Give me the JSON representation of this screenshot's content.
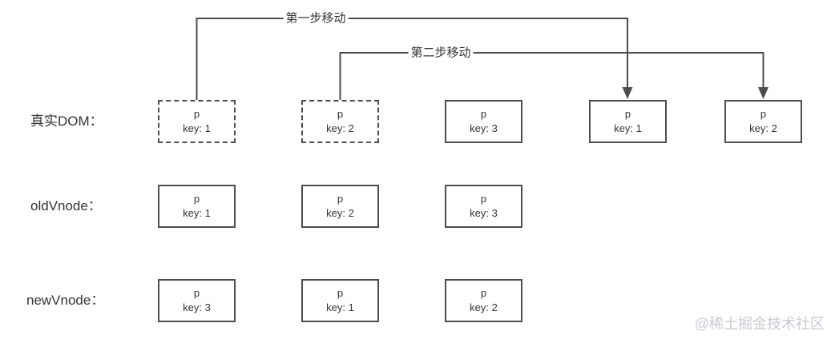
{
  "diagram": {
    "arrows": [
      {
        "label": "第一步移动"
      },
      {
        "label": "第二步移动"
      }
    ],
    "rows": {
      "real_dom": {
        "label": "真实DOM：",
        "boxes": [
          {
            "tag": "p",
            "key": "key: 1"
          },
          {
            "tag": "p",
            "key": "key: 2"
          },
          {
            "tag": "p",
            "key": "key: 3"
          },
          {
            "tag": "p",
            "key": "key: 1"
          },
          {
            "tag": "p",
            "key": "key: 2"
          }
        ]
      },
      "old_vnode": {
        "label": "oldVnode：",
        "boxes": [
          {
            "tag": "p",
            "key": "key: 1"
          },
          {
            "tag": "p",
            "key": "key: 2"
          },
          {
            "tag": "p",
            "key": "key: 3"
          }
        ]
      },
      "new_vnode": {
        "label": "newVnode：",
        "boxes": [
          {
            "tag": "p",
            "key": "key: 3"
          },
          {
            "tag": "p",
            "key": "key: 1"
          },
          {
            "tag": "p",
            "key": "key: 2"
          }
        ]
      }
    },
    "watermark": "@稀土掘金技术社区",
    "colors": {
      "line": "#4d4d4d",
      "text": "#333333",
      "watermark": "#c9cad1"
    }
  }
}
